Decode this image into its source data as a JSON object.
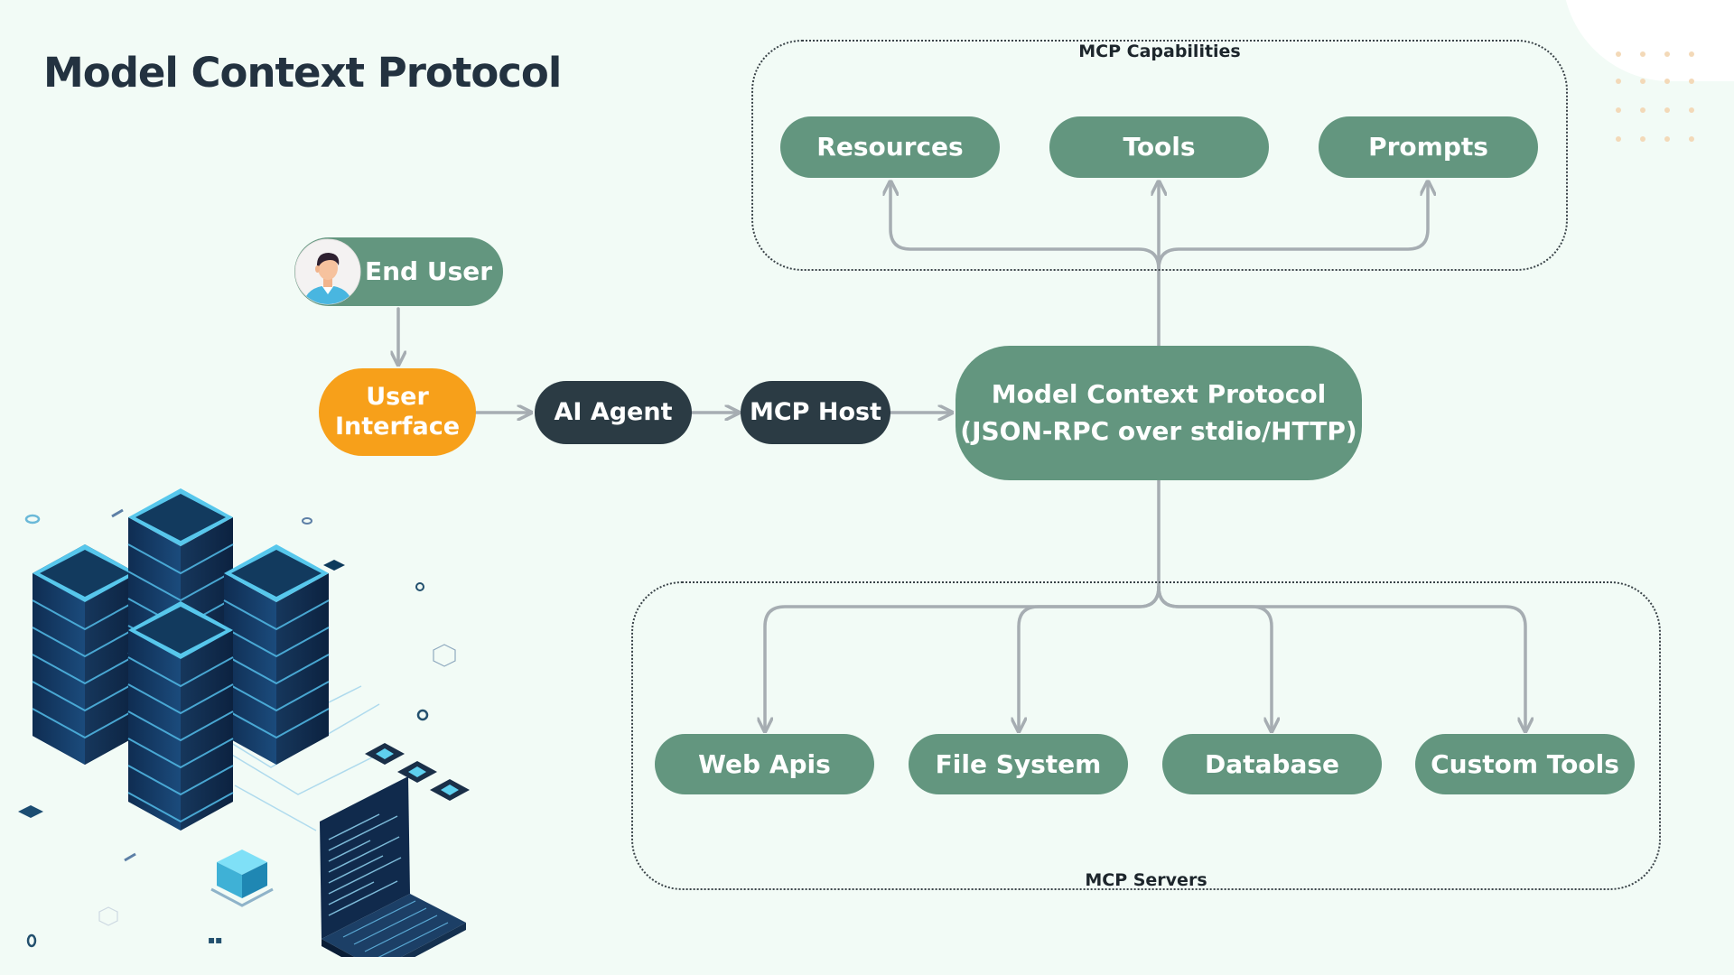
{
  "title": "Model Context Protocol",
  "capabilities": {
    "label": "MCP Capabilities",
    "items": [
      "Resources",
      "Tools",
      "Prompts"
    ]
  },
  "servers": {
    "label": "MCP Servers",
    "items": [
      "Web Apis",
      "File System",
      "Database",
      "Custom Tools"
    ]
  },
  "flow": {
    "end_user": "End User",
    "user_interface": "User Interface",
    "ai_agent": "AI Agent",
    "mcp_host": "MCP Host",
    "protocol_line1": "Model Context Protocol",
    "protocol_line2": "(JSON-RPC over stdio/HTTP)"
  },
  "colors": {
    "node_green": "#63967f",
    "node_dark": "#2b3b44",
    "node_orange": "#f7a01a",
    "connector": "#a6adb2",
    "title": "#233240",
    "background": "#f2fbf6"
  }
}
